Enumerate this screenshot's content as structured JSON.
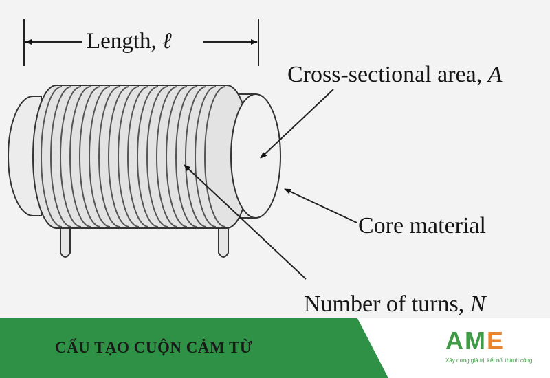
{
  "labels": {
    "length": "Length, ℓ",
    "area": "Cross-sectional area, A",
    "core": "Core material",
    "turns": "Number of turns, N"
  },
  "banner": {
    "title": "CẤU TẠO CUỘN CẢM TỪ"
  },
  "logo": {
    "name": "AME",
    "slogan": "Xây dựng giá trị, kết nối thành công"
  },
  "colors": {
    "background": "#f3f3f3",
    "banner_green": "#2e9145",
    "logo_green": "#3f9b45",
    "logo_orange": "#e8852f",
    "text": "#151515"
  },
  "icons": [
    "inductor-coil-illustration",
    "double-arrow",
    "pointer-arrow"
  ]
}
